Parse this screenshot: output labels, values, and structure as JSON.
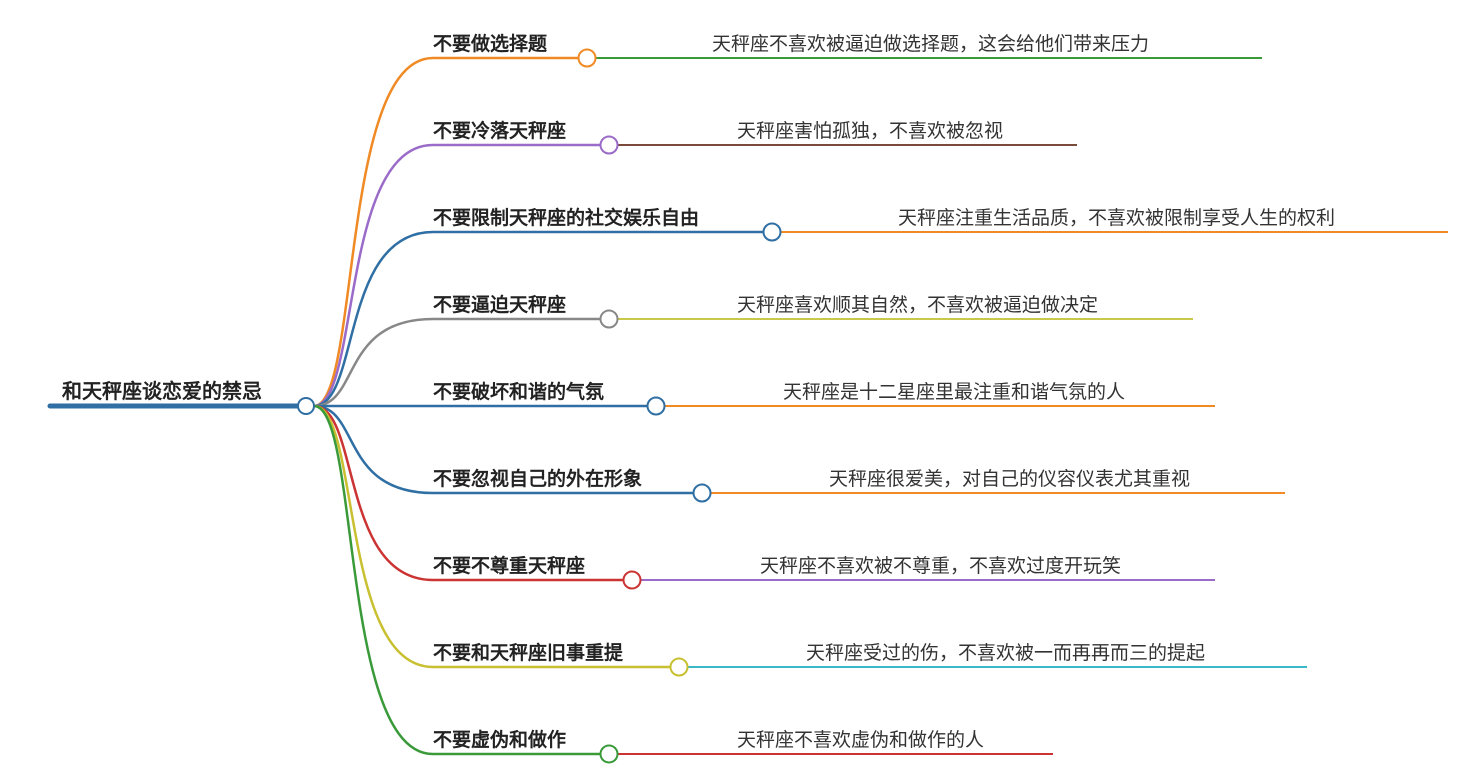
{
  "root": {
    "label": "和天秤座谈恋爱的禁忌",
    "color": "#2f6fa3"
  },
  "branches": [
    {
      "label": "不要做选择题",
      "color": "#f08a24",
      "leaf": "天秤座不喜欢被逼迫做选择题，这会给他们带来压力",
      "leaf_color": "#3a9a3a"
    },
    {
      "label": "不要冷落天秤座",
      "color": "#9a6bc8",
      "leaf": "天秤座害怕孤独，不喜欢被忽视",
      "leaf_color": "#7a4a3a"
    },
    {
      "label": "不要限制天秤座的社交娱乐自由",
      "color": "#2f6fa3",
      "leaf": "天秤座注重生活品质，不喜欢被限制享受人生的权利",
      "leaf_color": "#f08a24"
    },
    {
      "label": "不要逼迫天秤座",
      "color": "#888888",
      "leaf": "天秤座喜欢顺其自然，不喜欢被逼迫做决定",
      "leaf_color": "#c8c84a"
    },
    {
      "label": "不要破坏和谐的气氛",
      "color": "#2f6fa3",
      "leaf": "天秤座是十二星座里最注重和谐气氛的人",
      "leaf_color": "#f08a24"
    },
    {
      "label": "不要忽视自己的外在形象",
      "color": "#2f6fa3",
      "leaf": "天秤座很爱美，对自己的仪容仪表尤其重视",
      "leaf_color": "#f08a24"
    },
    {
      "label": "不要不尊重天秤座",
      "color": "#cc3333",
      "leaf": "天秤座不喜欢被不尊重，不喜欢过度开玩笑",
      "leaf_color": "#9a6bc8"
    },
    {
      "label": "不要和天秤座旧事重提",
      "color": "#c8c030",
      "leaf": "天秤座受过的伤，不喜欢被一而再再而三的提起",
      "leaf_color": "#3ab8c8"
    },
    {
      "label": "不要虚伪和做作",
      "color": "#3a9a3a",
      "leaf": "天秤座不喜欢虚伪和做作的人",
      "leaf_color": "#cc3333"
    }
  ]
}
